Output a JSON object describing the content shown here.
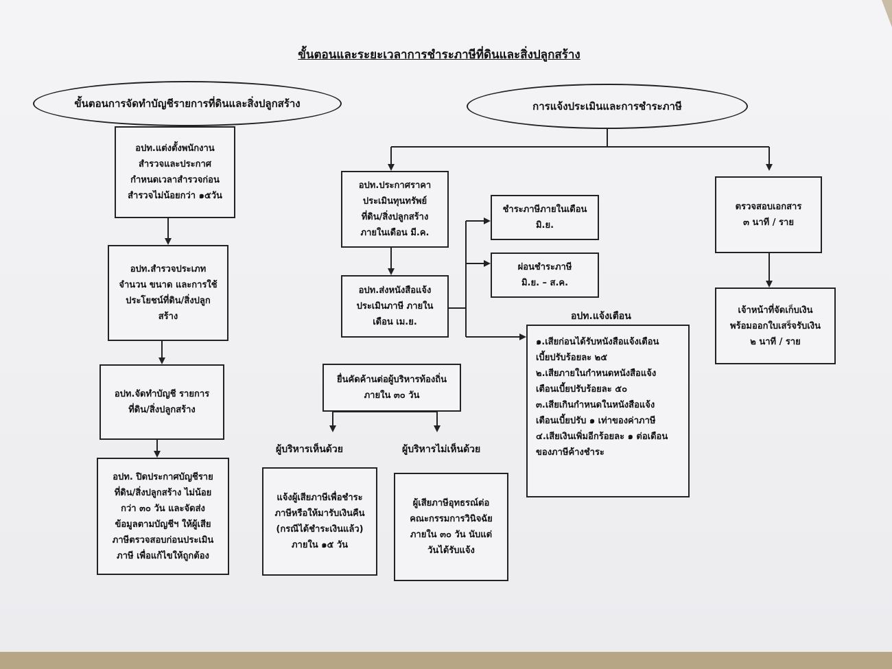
{
  "title": "ขั้นตอนและระยะเวลาการชำระภาษีที่ดินและสิ่งปลูกสร้าง",
  "left_section": {
    "heading": "ขั้นตอนการจัดทำบัญชีรายการที่ดินและสิ่งปลูกสร้าง",
    "step1": "อปท.แต่งตั้งพนักงาน\nสำรวจและประกาศ\nกำหนดเวลาสำรวจก่อน\nสำรวจไม่น้อยกว่า ๑๕วัน",
    "step2": "อปท.สำรวจประเภท\nจำนวน ขนาด และการใช้\nประโยชน์ที่ดิน/สิ่งปลูก\nสร้าง",
    "step3": "อปท.จัดทำบัญชี รายการ\nที่ดิน/สิ่งปลูกสร้าง",
    "step4": "อปท. ปิดประกาศบัญชีราย\nที่ดิน/สิ่งปลูกสร้าง ไม่น้อย\nกว่า ๓๐ วัน และจัดส่ง\nข้อมูลตามบัญชีฯ ให้ผู้เสีย\nภาษีตรวจสอบก่อนประเมิน\nภาษี เพื่อแก้ไขให้ถูกต้อง"
  },
  "right_section": {
    "heading": "การแจ้งประเมินและการชำระภาษี",
    "announce_price": "อปท.ประกาศราคา\nประเมินทุนทรัพย์\nที่ดิน/สิ่งปลูกสร้าง\nภายในเดือน มี.ค.",
    "send_notice": "อปท.ส่งหนังสือแจ้ง\nประเมินภาษี ภายใน\nเดือน เม.ย.",
    "pay_in_month": "ชำระภาษีภายในเดือน\nมิ.ย.",
    "installment": "ผ่อนชำระภาษี\nมิ.ย. – ส.ค.",
    "warning_title": "อปท.แจ้งเตือน",
    "warning_body": "๑.เสียก่อนได้รับหนังสือแจ้งเตือน\nเบี้ยปรับร้อยละ ๒๕\n๒.เสียภายในกำหนดหนังสือแจ้ง\nเตือนเบี้ยปรับร้อยละ ๕๐\n๓.เสียเกินกำหนดในหนังสือแจ้ง\nเตือนเบี้ยปรับ ๑ เท่าของค่าภาษี\n๔.เสียเงินเพิ่มอีกร้อยละ ๑ ต่อเดือน\nของภาษีค้างชำระ",
    "objection": "ยื่นคัดค้านต่อผู้บริหารท้องถิ่น\nภายใน ๓๐ วัน",
    "agree_label": "ผู้บริหารเห็นด้วย",
    "disagree_label": "ผู้บริหารไม่เห็นด้วย",
    "agree_box": "แจ้งผู้เสียภาษีเพื่อชำระ\nภาษีหรือให้มารับเงินคืน\n(กรณีได้ชำระเงินแล้ว)\nภายใน ๑๕ วัน",
    "disagree_box": "ผู้เสียภาษีอุทธรณ์ต่อ\nคณะกรรมการวินิจฉัย\nภายใน ๓๐ วัน นับแต่\nวันได้รับแจ้ง",
    "check_docs": "ตรวจสอบเอกสาร\n๓ นาที / ราย",
    "collector": "เจ้าหน้าที่จัดเก็บเงิน\nพร้อมออกใบเสร็จรับเงิน\n๒ นาที / ราย"
  }
}
